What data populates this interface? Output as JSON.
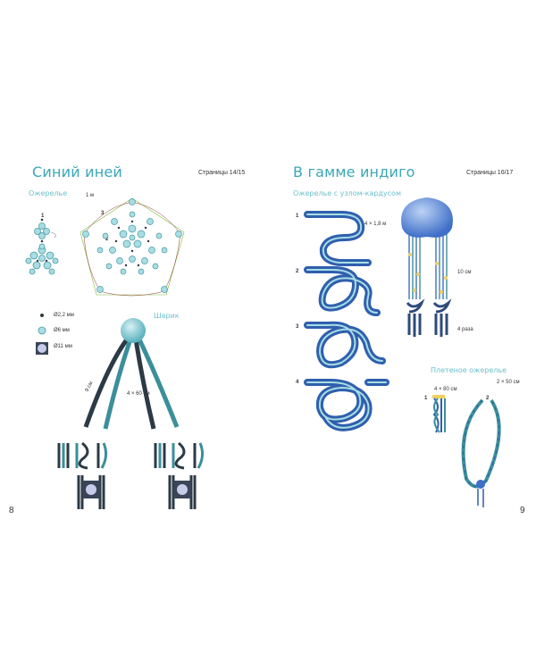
{
  "left_page": {
    "title": "Синий иней",
    "page_ref": "Страницы 14/15",
    "necklace_label": "Ожерелье",
    "step1": "1",
    "step2": "2",
    "step3": "3",
    "length_label": "1 м",
    "legend": [
      {
        "label": "Ø2,2 мм"
      },
      {
        "label": "Ø6 мм"
      },
      {
        "label": "Ø11 мм"
      }
    ],
    "ball_label": "Шарик",
    "cord_diag": "9 см",
    "cord_len": "4 × 60 см",
    "page_number": "8"
  },
  "right_page": {
    "title": "В гамме индиго",
    "page_ref": "Страницы 16/17",
    "knot_label": "Ожерелье с узлом-кардусом",
    "cord_len": "4 × 1,8 м",
    "steps": [
      "1",
      "2",
      "3",
      "4"
    ],
    "len_10": "10 см",
    "times_4": "4 раза",
    "woven_label": "Плетеное ожерелье",
    "woven_step1": "1",
    "woven_step2": "2",
    "woven_len1": "4 × 80 см",
    "woven_len2": "2 × 50 см",
    "page_number": "9"
  },
  "colors": {
    "accent": "#3aa7b7",
    "dark_cord": "#2b3a45",
    "teal_cord": "#3a8f9a",
    "blue_cord": "#2f5fae",
    "light_bead": "#a8dde3"
  }
}
